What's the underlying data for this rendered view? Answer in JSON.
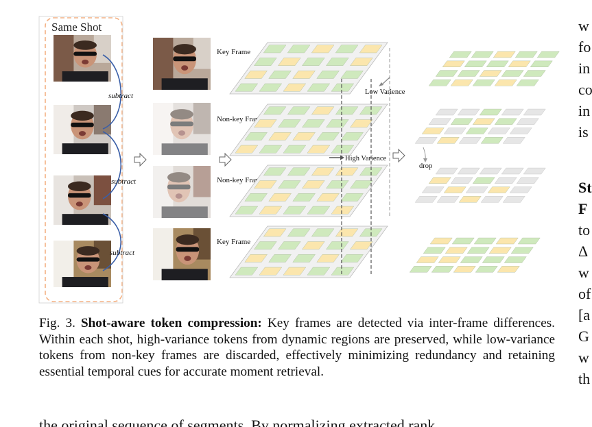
{
  "figure": {
    "same_shot_label": "Same Shot",
    "subtract_label": "subtract",
    "key_frame_label": "Key Frame",
    "non_key_frame_label": "Non-key Frame",
    "low_variance_label": "Low Varience",
    "high_variance_label": "High Varience",
    "drop_label": "drop",
    "colors": {
      "green": "#cfe9bd",
      "yellow": "#fbe6ad",
      "gray": "#e6e6e6",
      "plane": "#f1f1f1",
      "dash": "#f4b183"
    }
  },
  "caption": {
    "label": "Fig. 3.",
    "title": "Shot-aware token compression:",
    "text": " Key frames are detected via inter-frame differences. Within each shot, high-variance tokens from dynamic regions are preserved, while low-variance tokens from non-key frames are discarded, effectively minimizing redundancy and retaining essential temporal cues for accurate moment retrieval."
  },
  "right_column": {
    "lines_top": [
      "w",
      "fo",
      "in",
      "co",
      "in",
      "is"
    ],
    "lines_bottom": [
      "St",
      "F",
      "to",
      "Δ",
      "w",
      "of",
      "[a",
      "G",
      "w",
      "th"
    ]
  },
  "bottom_text": "the original sequence of segments. By normalizing extracted rank"
}
